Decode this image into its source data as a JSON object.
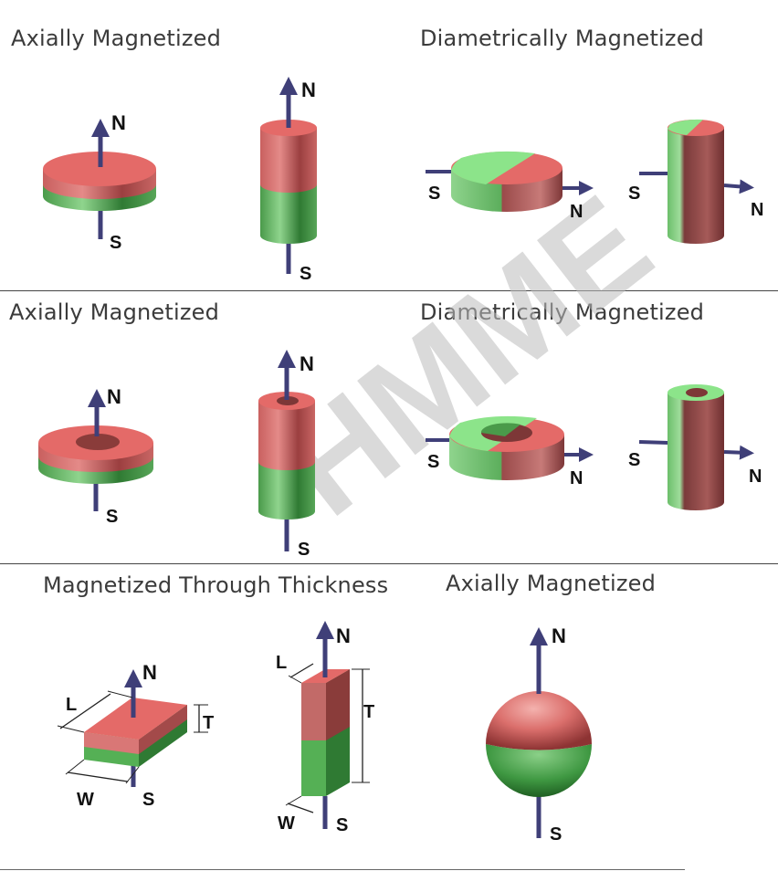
{
  "titles": {
    "row1_left": "Axially Magnetized",
    "row1_right": "Diametrically Magnetized",
    "row2_left": "Axially Magnetized",
    "row2_right": "Diametrically Magnetized",
    "row3_left": "Magnetized Through Thickness",
    "row3_right": "Axially Magnetized"
  },
  "poles": {
    "north": "N",
    "south": "S"
  },
  "dimensions": {
    "length": "L",
    "width": "W",
    "thickness": "T"
  },
  "watermark": "HMME",
  "colors": {
    "north_pole": "#e46a68",
    "south_pole": "#55b055",
    "arrow": "#3f3f78",
    "title_text": "#3b3b3b"
  }
}
